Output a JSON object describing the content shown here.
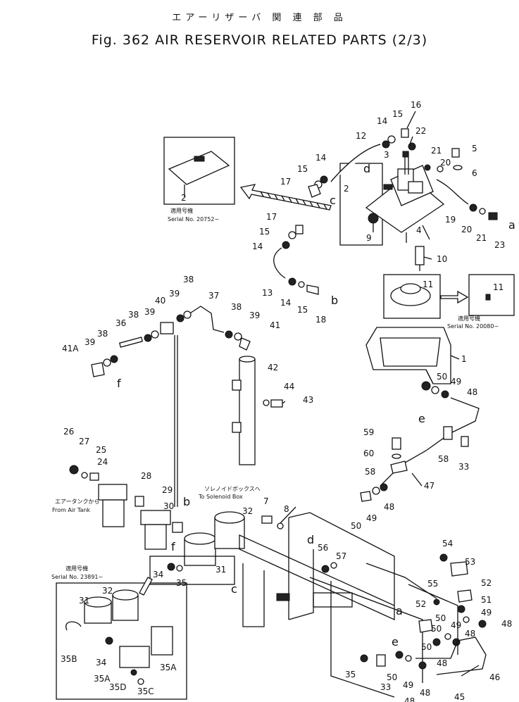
{
  "header": {
    "title_jp": "エアーリザーバ 関 連 部 品",
    "title_en": "Fig. 362 AIR RESERVOIR RELATED PARTS (2/3)"
  },
  "notes": {
    "serial_jp_1": "適用号機",
    "serial_1": "Serial No. 20752~",
    "serial_jp_2": "適用号機",
    "serial_2": "Serial No. 20080~",
    "serial_jp_3": "適用号機",
    "serial_3": "Serial No. 23891~",
    "from_tank_jp": "エアータンクから",
    "from_tank": "From Air Tank",
    "solenoid_jp": "ソレノイドボックスへ",
    "solenoid": "To Solenoid Box"
  },
  "labels": {
    "p1": "1",
    "p2a": "2",
    "p2b": "2",
    "p3": "3",
    "p4": "4",
    "p5": "5",
    "p6": "6",
    "p7": "7",
    "p8": "8",
    "p9": "9",
    "p10": "10",
    "p11a": "11",
    "p11b": "11",
    "p12": "12",
    "p13": "13",
    "p14a": "14",
    "p14b": "14",
    "p14c": "14",
    "p14d": "14",
    "p15a": "15",
    "p15b": "15",
    "p15c": "15",
    "p15d": "15",
    "p16": "16",
    "p17a": "17",
    "p17b": "17",
    "p18": "18",
    "p19": "19",
    "p20a": "20",
    "p20b": "20",
    "p21a": "21",
    "p21b": "21",
    "p22": "22",
    "p23": "23",
    "p24": "24",
    "p25": "25",
    "p26": "26",
    "p27": "27",
    "p28": "28",
    "p29": "29",
    "p30": "30",
    "p31a": "31",
    "p31b": "31",
    "p32a": "32",
    "p32b": "32",
    "p33a": "33",
    "p33b": "33",
    "p34a": "34",
    "p34b": "34",
    "p35a": "35",
    "p35b": "35",
    "p35A": "35A",
    "p35A2": "35A",
    "p35B": "35B",
    "p35C": "35C",
    "p35D": "35D",
    "p36": "36",
    "p37": "37",
    "p38a": "38",
    "p38b": "38",
    "p38c": "38",
    "p38d": "38",
    "p39a": "39",
    "p39b": "39",
    "p39c": "39",
    "p39d": "39",
    "p40": "40",
    "p41": "41",
    "p41A": "41A",
    "p42": "42",
    "p43": "43",
    "p44": "44",
    "p45": "45",
    "p46": "46",
    "p47": "47",
    "p48a": "48",
    "p48b": "48",
    "p48c": "48",
    "p48d": "48",
    "p48e": "48",
    "p48f": "48",
    "p48g": "48",
    "p49a": "49",
    "p49b": "49",
    "p49c": "49",
    "p49d": "49",
    "p49e": "49",
    "p50a": "50",
    "p50b": "50",
    "p50c": "50",
    "p50d": "50",
    "p50e": "50",
    "p50f": "50",
    "p51": "51",
    "p52a": "52",
    "p52b": "52",
    "p53": "53",
    "p54": "54",
    "p55": "55",
    "p56": "56",
    "p57": "57",
    "p58a": "58",
    "p58b": "58",
    "p59": "59",
    "p60": "60"
  },
  "letters": {
    "a1": "a",
    "a2": "a",
    "b1": "b",
    "b2": "b",
    "c1": "c",
    "c2": "c",
    "d1": "d",
    "d2": "d",
    "e1": "e",
    "e2": "e",
    "f1": "f",
    "f2": "f"
  }
}
